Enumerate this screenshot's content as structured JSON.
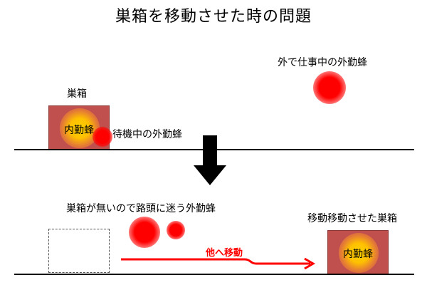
{
  "title": "巣箱を移動させた時の問題",
  "colors": {
    "hive_fill": "#c0504d",
    "internal_bee_glow": "#ffc000",
    "external_bee": "#ff0000",
    "move_arrow": "#ff0000",
    "ground_line": "#000000"
  },
  "top_scene": {
    "hive_label": "巣箱",
    "internal_bee_label": "内勤蜂",
    "waiting_bee_label": "待機中の外勤蜂",
    "working_bee_label": "外で仕事中の外勤蜂"
  },
  "bottom_scene": {
    "lost_bees_label": "巣箱が無いので路頭に迷う外勤蜂",
    "move_label": "他へ移動",
    "moved_hive_label": "移動移動させた巣箱",
    "internal_bee_label": "内勤蜂"
  }
}
